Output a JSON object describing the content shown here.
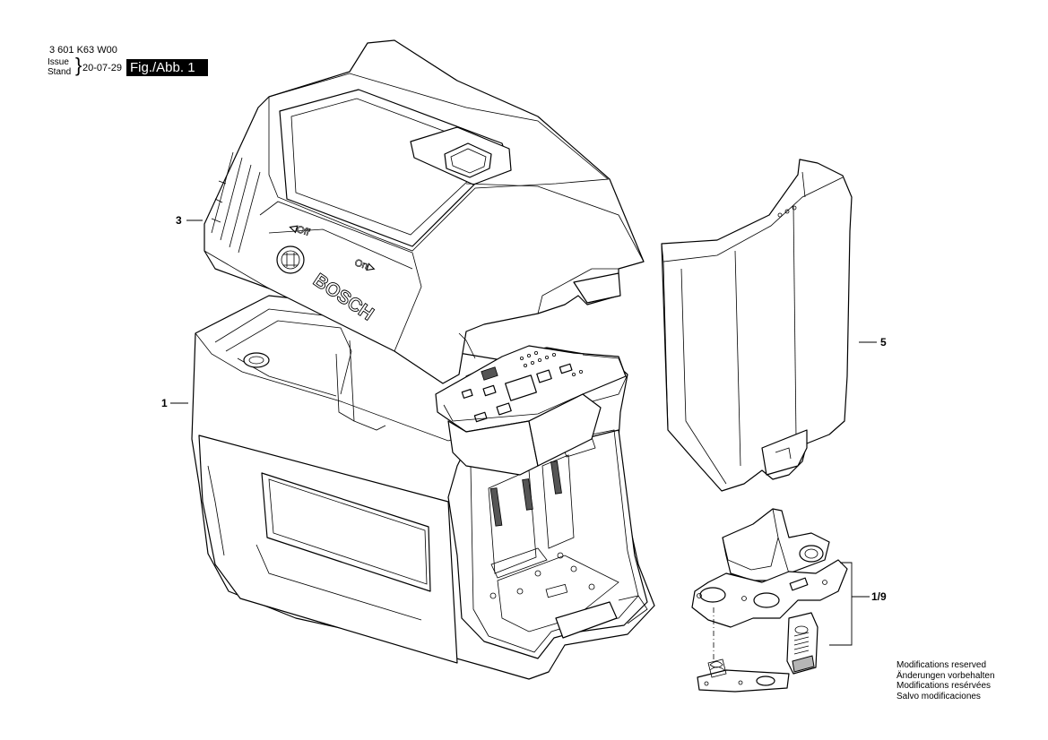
{
  "header": {
    "part_number": "3 601 K63 W00",
    "issue_label": "Issue",
    "stand_label": "Stand",
    "date": "20-07-29",
    "figure_label": "Fig./Abb. 1"
  },
  "callouts": {
    "item_3": "3",
    "item_1": "1",
    "item_5": "5",
    "item_1_9": "1/9"
  },
  "housing_marks": {
    "off_label": "◁Off",
    "on_label": "On▷",
    "brand": "BOSCH"
  },
  "footer": {
    "notes": [
      "Modifications reserved",
      "Änderungen vorbehalten",
      "Modifications resérvées",
      "Salvo modificaciones"
    ]
  }
}
